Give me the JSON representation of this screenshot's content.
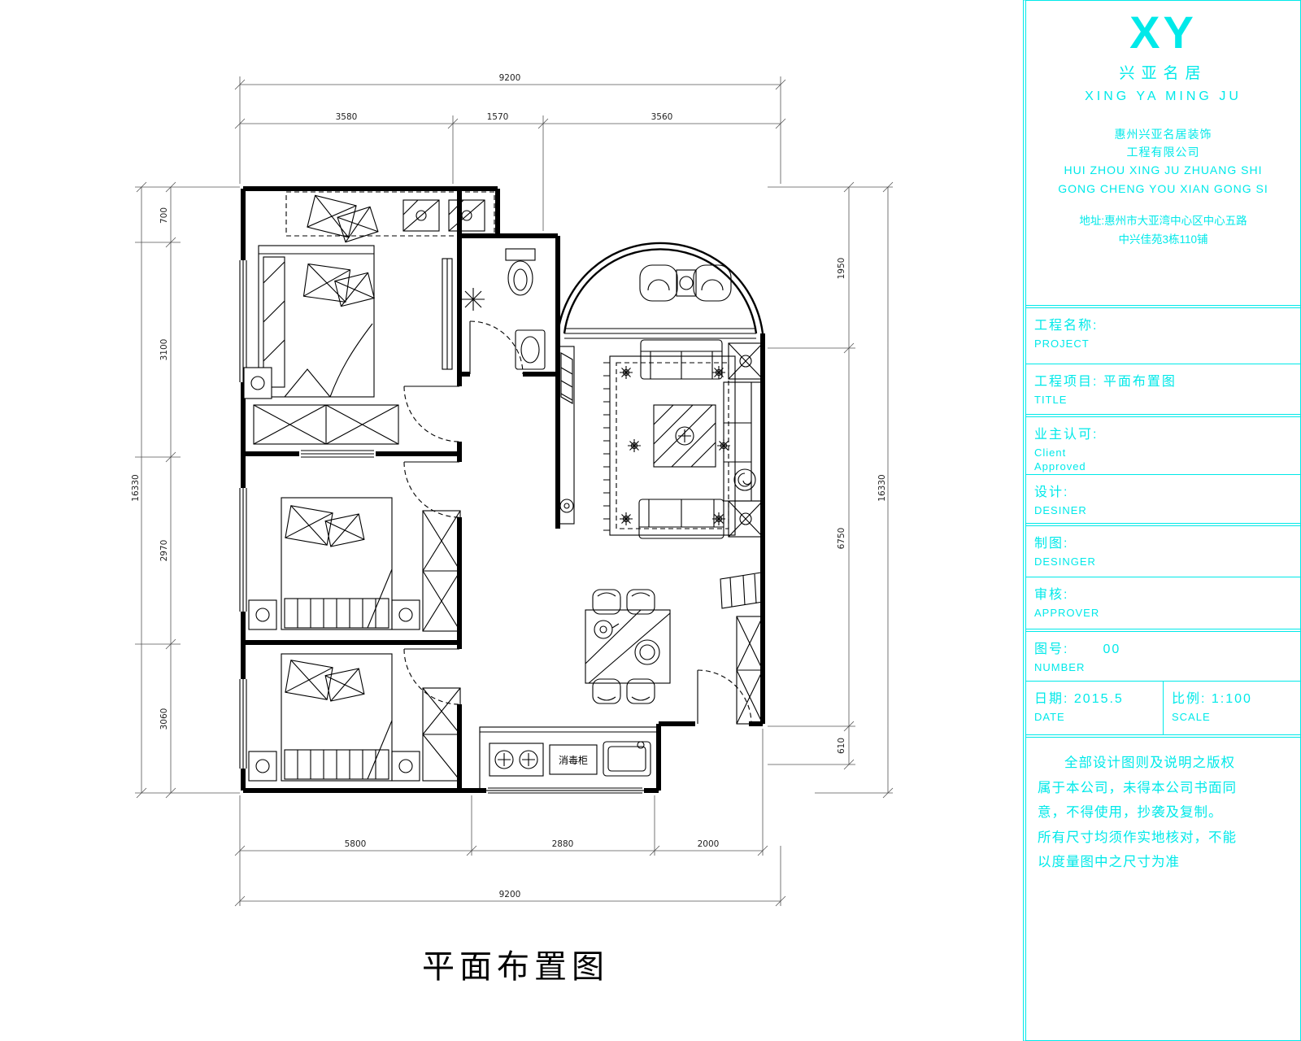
{
  "drawing": {
    "title": "平面布置图",
    "labels": {
      "disinfect_cabinet": "消毒柜"
    },
    "dims": {
      "top_total": "9200",
      "top_1": "3580",
      "top_2": "1570",
      "top_3": "3560",
      "left_total": "16330",
      "left_1": "700",
      "left_2": "3100",
      "left_3": "2970",
      "left_4": "3060",
      "right_total": "16330",
      "right_1": "1950",
      "right_2": "6750",
      "right_3": "610",
      "bottom_total": "9200",
      "bottom_1": "5800",
      "bottom_2": "2880",
      "bottom_3": "2000"
    }
  },
  "titleblock": {
    "logo": "XY",
    "brand_cn": "兴亚名居",
    "brand_en": "XING YA MING JU",
    "company": "惠州兴亚名居装饰\n工程有限公司\nHUI ZHOU XING JU ZHUANG SHI\nGONG CHENG YOU XIAN GONG SI",
    "address": "地址:惠州市大亚湾中心区中心五路\n中兴佳苑3栋110铺",
    "project": {
      "label": "工程名称:",
      "sub": "PROJECT"
    },
    "title_row": {
      "label": "工程项目: 平面布置图",
      "sub": "TITLE"
    },
    "client": {
      "label": "业主认可:",
      "sub": "Client\nApproved"
    },
    "designer": {
      "label": "设计:",
      "sub": "DESINER"
    },
    "drafter": {
      "label": "制图:",
      "sub": "DESINGER"
    },
    "approver": {
      "label": "审核:",
      "sub": "APPROVER"
    },
    "number": {
      "label": "图号:",
      "value": "00",
      "sub": "NUMBER"
    },
    "date": {
      "label": "日期: 2015.5",
      "sub": "DATE"
    },
    "scale": {
      "label": "比例: 1:100",
      "sub": "SCALE"
    },
    "copyright": "全部设计图则及说明之版权\n属于本公司，未得本公司书面同\n意，不得使用，抄袭及复制。\n所有尺寸均须作实地核对，不能\n以度量图中之尺寸为准"
  }
}
